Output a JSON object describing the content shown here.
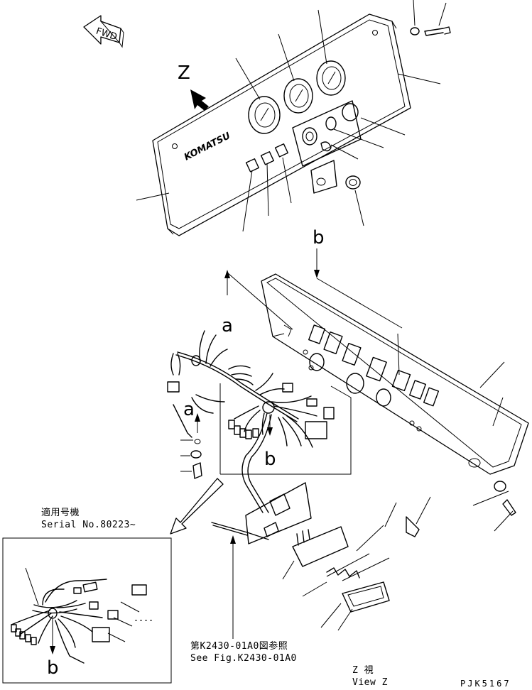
{
  "labels": {
    "fwd": "FWD",
    "brand": "KOMATSU",
    "view_letter": "Z",
    "marker_a_upper": "a",
    "marker_a_lower": "a",
    "marker_b_top": "b",
    "marker_b_middle": "b",
    "marker_b_inset": "b"
  },
  "inset": {
    "title_jp": "適用号機",
    "title_en": "Serial No.80223~"
  },
  "reference": {
    "jp": "第K2430-01A0図参照",
    "en": "See Fig.K2430-01A0"
  },
  "view": {
    "jp": "Z 視",
    "en": "View Z"
  },
  "drawing_code": "PJK5167"
}
